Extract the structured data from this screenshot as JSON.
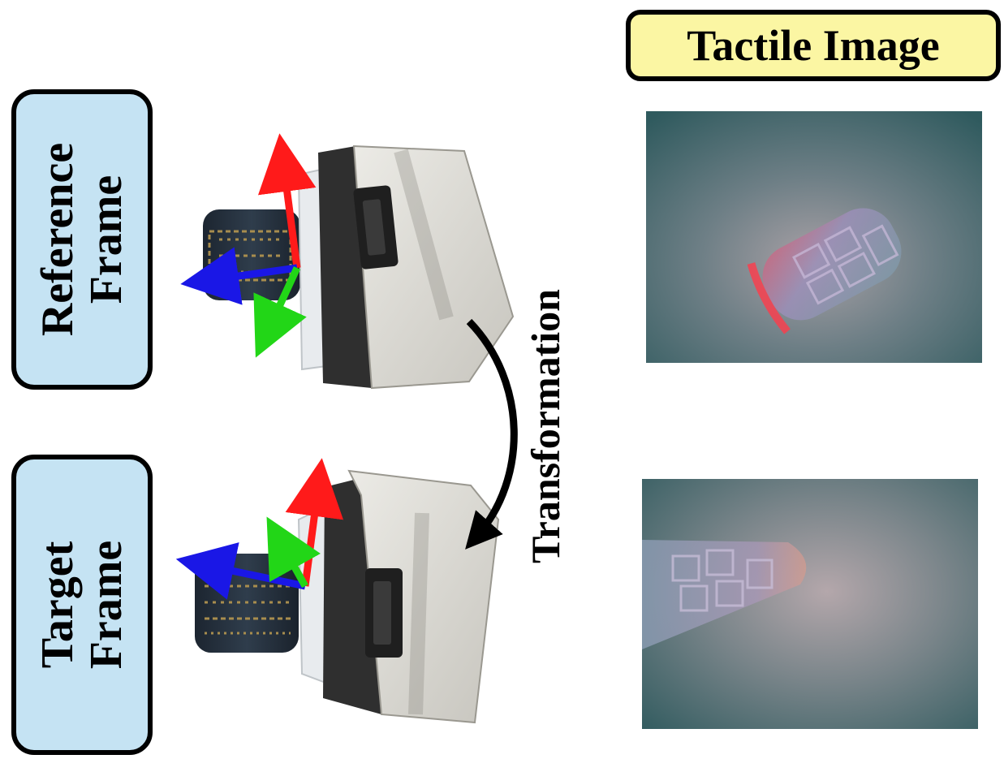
{
  "labels": {
    "reference_frame": [
      "Reference",
      "Frame"
    ],
    "target_frame": [
      "Target",
      "Frame"
    ],
    "tactile_title": "Tactile Image",
    "transformation": "Transformation"
  },
  "colors": {
    "label_fill": "#c5e3f3",
    "title_fill": "#fbf6a3",
    "axis_x": "#1a17e6",
    "axis_y": "#22d617",
    "axis_z": "#ff1a1a",
    "sensor_body": "#d8d6d0",
    "sensor_dark": "#2f2f2f",
    "seal_cylinder": "#24303d",
    "seal_gold": "#a88d4e",
    "tactile_bg": "#3f6468"
  },
  "icons": {
    "coordinate_axes": "xyz-axes-icon",
    "sensor": "tactile-sensor-illustration",
    "arrow": "curved-arrow-icon"
  }
}
